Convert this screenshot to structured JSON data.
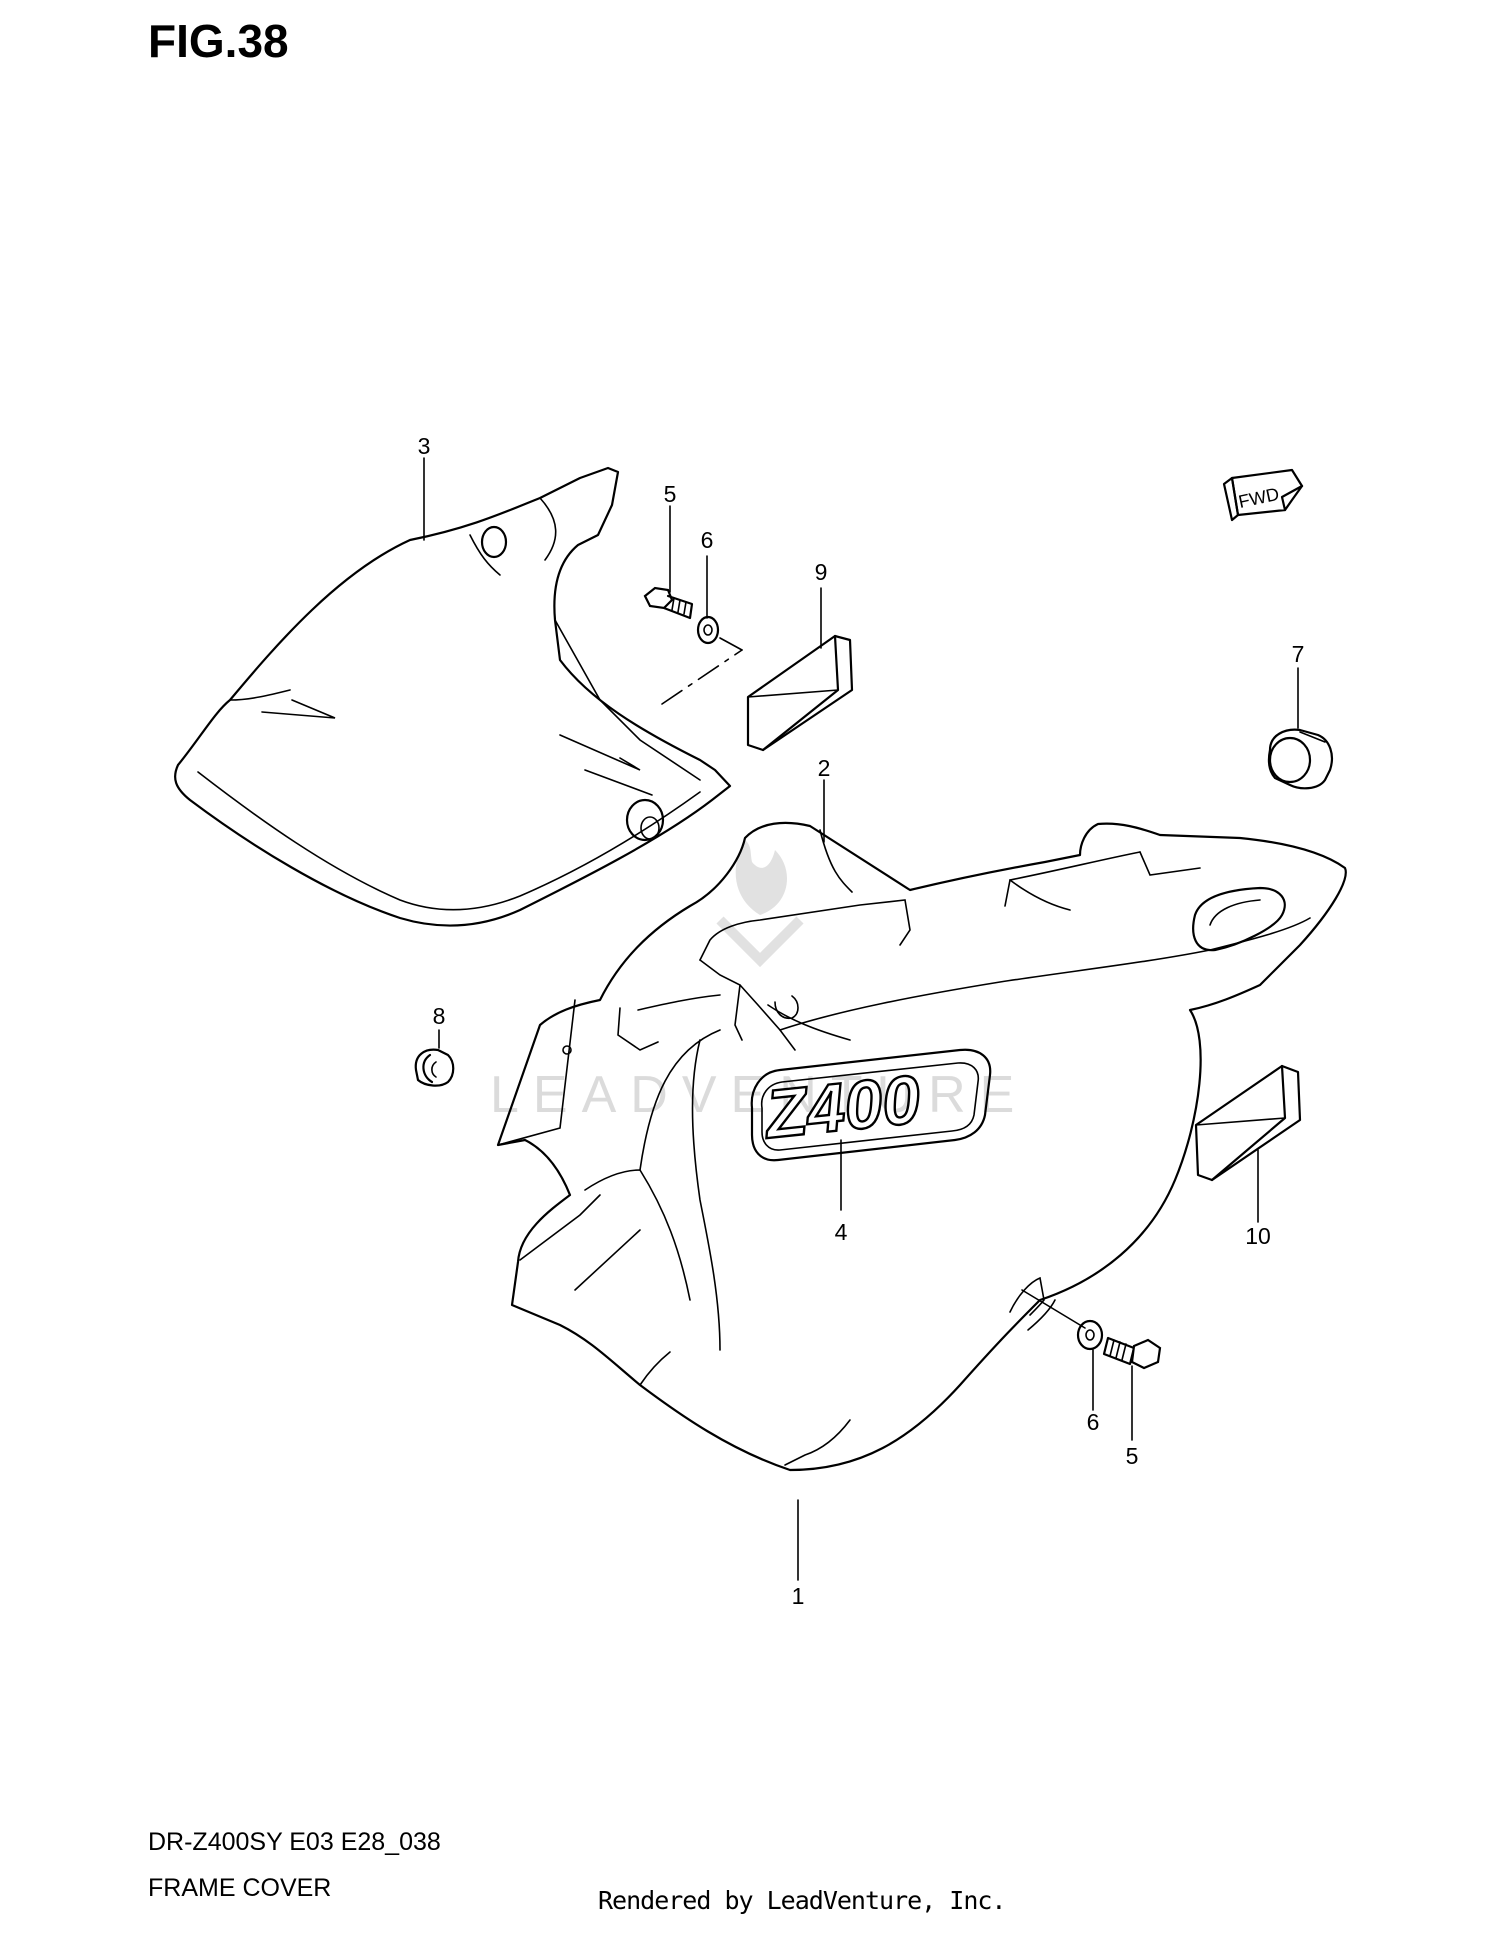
{
  "figure_title": "FIG.38",
  "model_code": "DR-Z400SY  E03 E28_038",
  "section_name": "FRAME COVER",
  "credit": "Rendered by LeadVenture, Inc.",
  "watermark": "LEADVENTURE",
  "direction_badge": "FWD",
  "emblem_text": "Z400",
  "callouts": {
    "c1": "1",
    "c2": "2",
    "c3": "3",
    "c4": "4",
    "c5a": "5",
    "c5b": "5",
    "c6a": "6",
    "c6b": "6",
    "c7": "7",
    "c8": "8",
    "c9": "9",
    "c10": "10"
  }
}
